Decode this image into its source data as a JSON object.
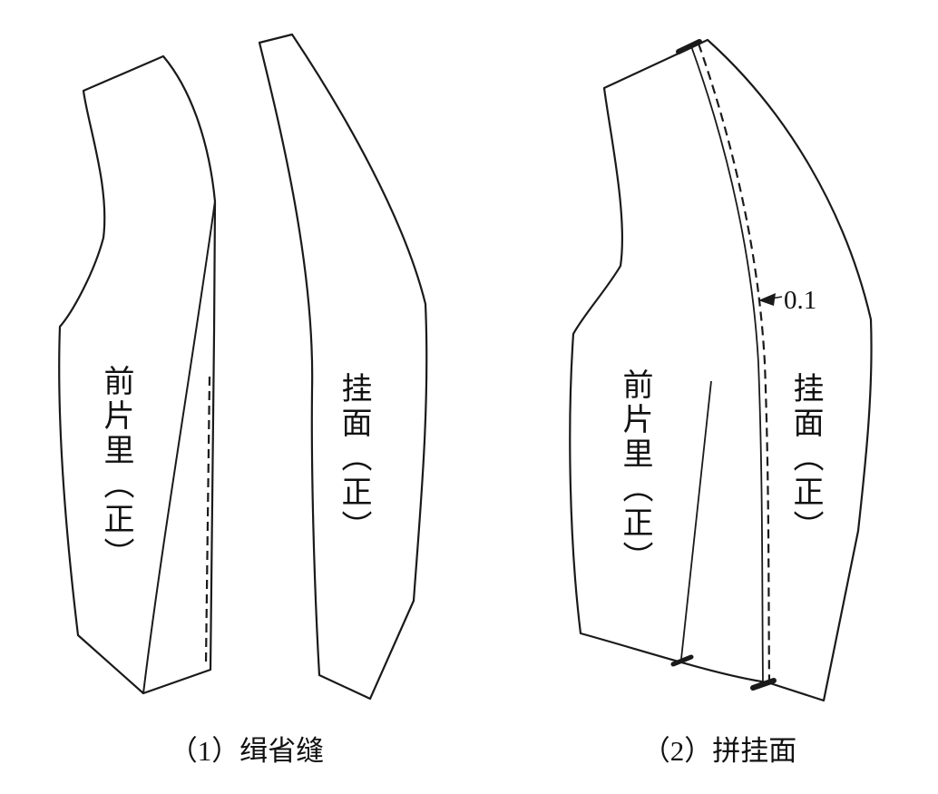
{
  "figure1": {
    "caption": "（1）缉省缝",
    "lining_label": "前片里（正）",
    "facing_label": "挂面（正）"
  },
  "figure2": {
    "caption": "（2）拼挂面",
    "lining_label": "前片里（正）",
    "facing_label": "挂面（正）",
    "annotation": "0.1"
  },
  "colors": {
    "line": "#1a1a1a",
    "background": "#ffffff"
  }
}
